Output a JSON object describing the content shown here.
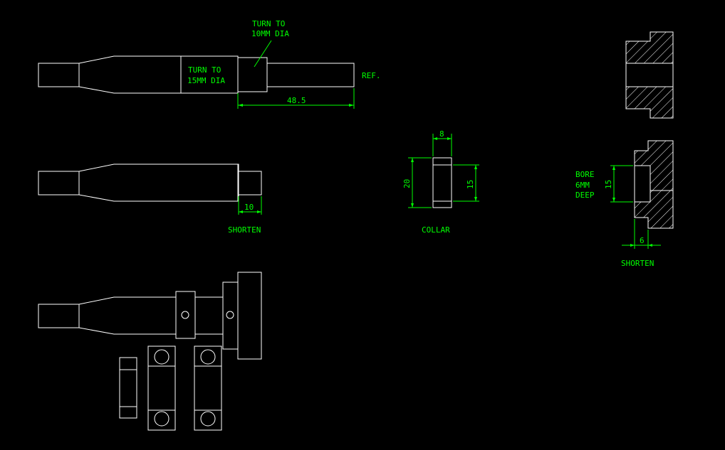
{
  "colors": {
    "background": "#000000",
    "geometry": "#ffffff",
    "annotation": "#00ff00"
  },
  "notes": {
    "turn_to_10mm": [
      "TURN TO",
      "10MM DIA"
    ],
    "turn_to_15mm": [
      "TURN TO",
      "15MM DIA"
    ],
    "ref": "REF.",
    "shorten_shaft": "SHORTEN",
    "collar": "COLLAR",
    "bore_6mm": [
      "BORE",
      "6MM",
      "DEEP"
    ],
    "shorten_part": "SHORTEN"
  },
  "dimensions": {
    "shaft_length": "48.5",
    "shorten_length": "10",
    "collar_width": "8",
    "collar_outer": "20",
    "collar_inner": "15",
    "bore_dia": "15",
    "shorten_amount": "6"
  }
}
